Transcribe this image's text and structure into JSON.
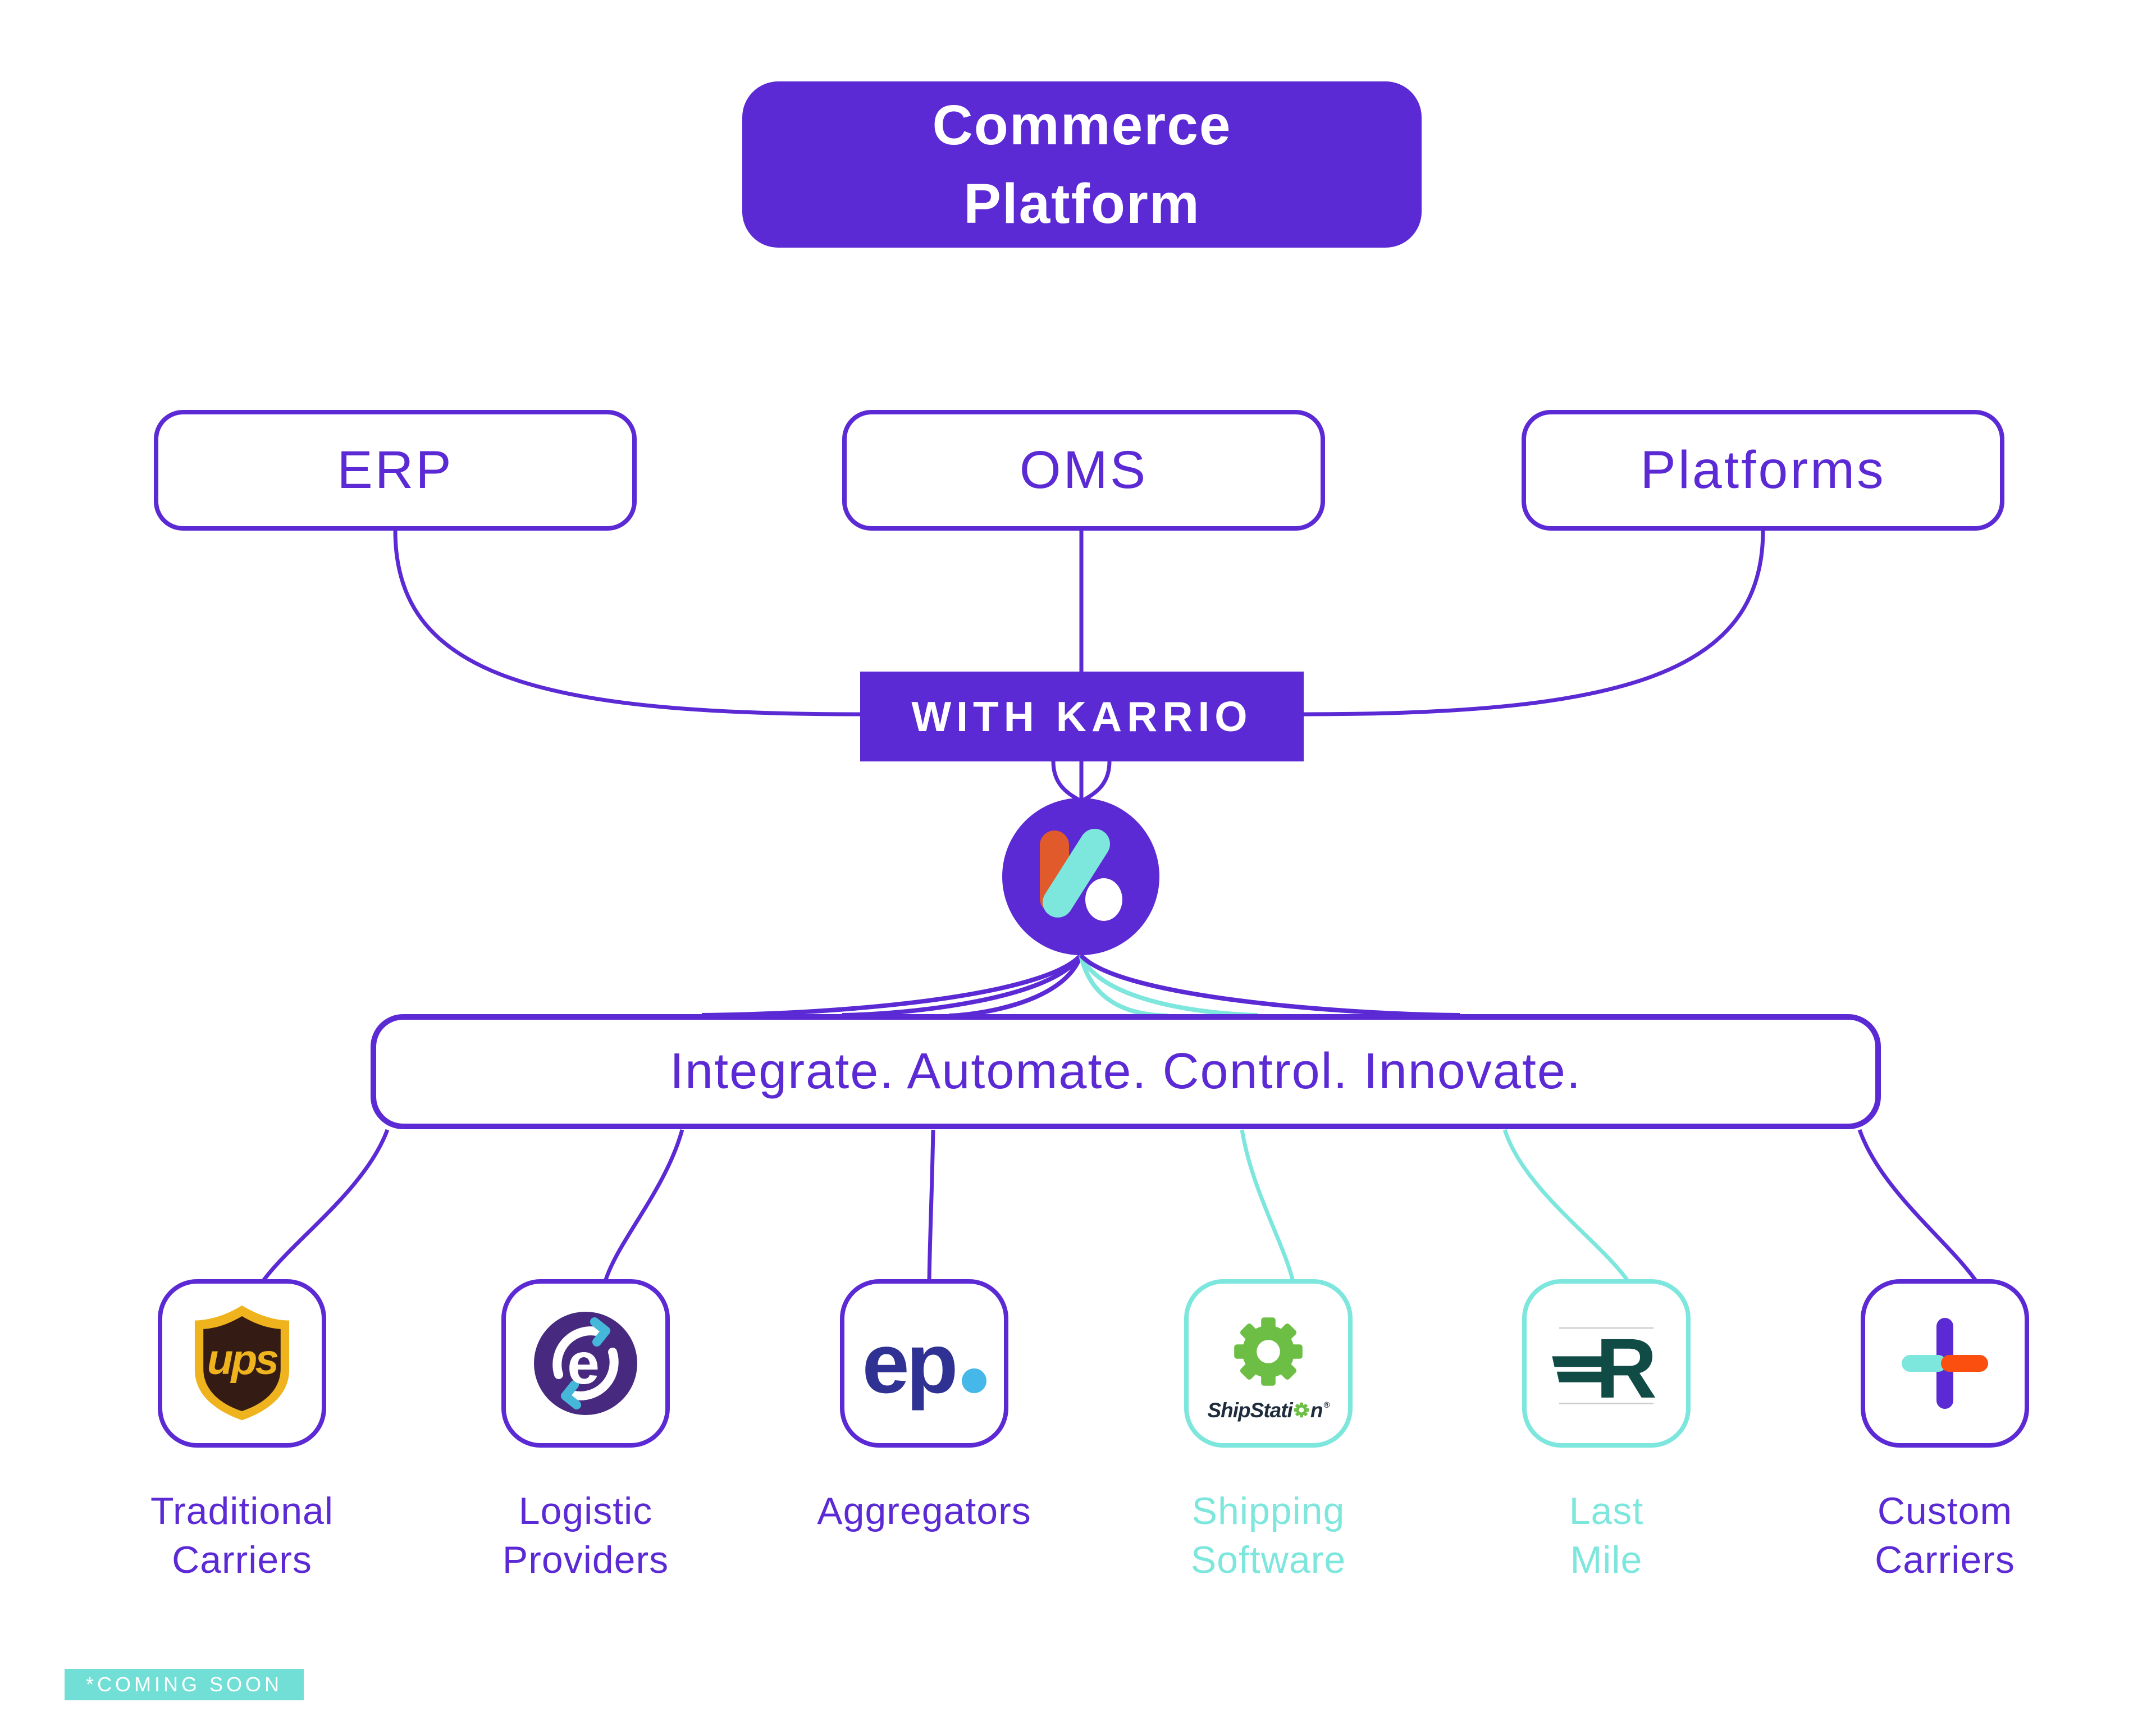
{
  "header": {
    "title_line1": "Commerce",
    "title_line2": "Platform"
  },
  "sources": [
    {
      "label": "ERP"
    },
    {
      "label": "OMS"
    },
    {
      "label": "Platforms"
    }
  ],
  "hub": {
    "label": "WITH KARRIO",
    "logo": "karrio-logo"
  },
  "tagline": {
    "text": "Integrate. Automate. Control. Innovate."
  },
  "categories": [
    {
      "label_line1": "Traditional",
      "label_line2": "Carriers",
      "icon": "ups-logo",
      "coming_soon": false
    },
    {
      "label_line1": "Logistic",
      "label_line2": "Providers",
      "icon": "logistic-cycle-logo",
      "coming_soon": false
    },
    {
      "label_line1": "Aggregators",
      "label_line2": "",
      "icon": "ep-logo",
      "coming_soon": false
    },
    {
      "label_line1": "Shipping",
      "label_line2": "Software",
      "icon": "shipstation-logo",
      "coming_soon": true
    },
    {
      "label_line1": "Last",
      "label_line2": "Mile",
      "icon": "r-lastmile-logo",
      "coming_soon": true
    },
    {
      "label_line1": "Custom",
      "label_line2": "Carriers",
      "icon": "plus-custom-logo",
      "coming_soon": false
    }
  ],
  "icons": {
    "ups_text": "ups",
    "logistic_text": "e",
    "ep_text": "ep",
    "shipstation_left": "ShipStati",
    "shipstation_right": "n",
    "shipstation_reg": "®",
    "lastmile_text": "R"
  },
  "badge": {
    "text": "*COMING SOON"
  },
  "colors": {
    "purple": "#5b2ad4",
    "teal": "#7de6dd",
    "badge_teal": "#72dfd6",
    "ups_gold": "#efb31e",
    "ups_brown": "#341b14",
    "logistic_indigo": "#472a80",
    "logistic_arrow_blue": "#45b7d9",
    "ep_navy": "#2f3193",
    "ep_dot_blue": "#45b7e8",
    "shipstation_green": "#6cbe45",
    "shipstation_navy": "#1e2c3c",
    "lastmile_dark_teal": "#114b46",
    "karrio_orange": "#e05a2b",
    "custom_orange": "#fa4f0e"
  }
}
